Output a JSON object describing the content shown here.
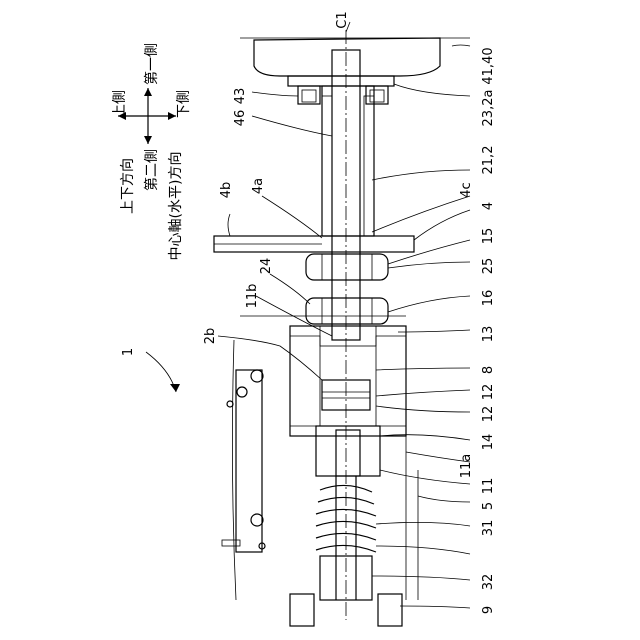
{
  "labels": {
    "c1": "C1",
    "r41_40": "41,40",
    "r23_2a": "23,2a",
    "r21_2": "21,2",
    "r4c": "4c",
    "r4": "4",
    "r15": "15",
    "r25": "25",
    "r16": "16",
    "r13": "13",
    "r8": "8",
    "r12a": "12",
    "r12b": "12",
    "r14": "14",
    "r11a": "11a",
    "r11": "11",
    "r5": "5",
    "r31": "31",
    "r32": "32",
    "r9": "9",
    "l43": "43",
    "l46": "46",
    "l4b": "4b",
    "l4a": "4a",
    "l24": "24",
    "l11b": "11b",
    "l2b": "2b",
    "l1": "1"
  },
  "direction_legend": {
    "upper_side": "上側",
    "lower_side": "下側",
    "first_side": "第一側",
    "second_side": "第二側",
    "vertical_direction": "上下方向",
    "horizontal_direction": "中心軸(水平)方向"
  }
}
